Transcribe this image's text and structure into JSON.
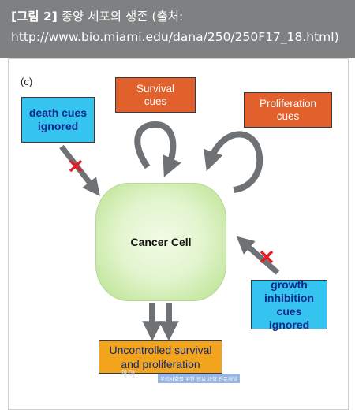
{
  "caption": {
    "label": "[그림 2]",
    "text": " 종양 세포의 생존 (출처: http://www.bio.miami.edu/dana/250/250F17_18.html)"
  },
  "diagram": {
    "panel_label": "(c)",
    "cell_label": "Cancer Cell",
    "death_cues": "death cues ignored",
    "survival_cues": "Survival cues",
    "proliferation_cues": "Proliferation cues",
    "growth_inhibition": "growth inhibition cues ignored",
    "outcome": "Uncontrolled survival and proliferation"
  },
  "footer": {
    "watermark": "개미",
    "credit": "우리사회를 위한 정보 과학 전문저널"
  }
}
